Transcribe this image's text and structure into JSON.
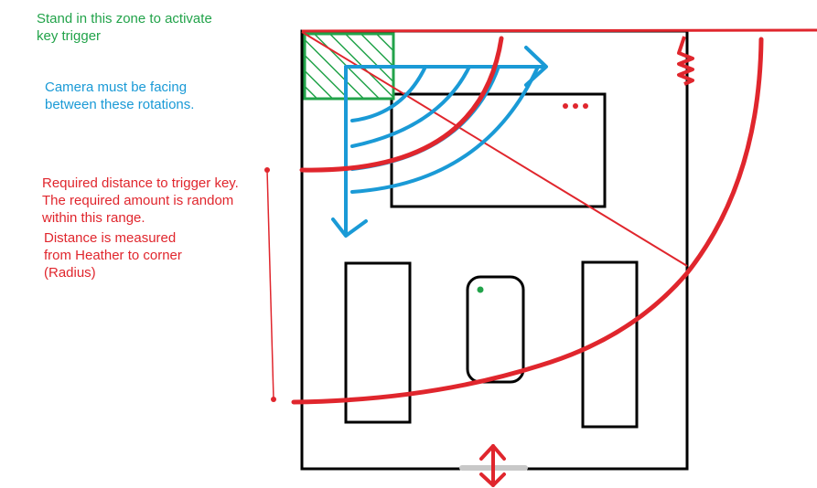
{
  "annotations": {
    "zone": "Stand in this zone to activate\nkey trigger",
    "camera": "Camera must be facing\nbetween these rotations.",
    "distance_required": "Required distance to trigger key.\nThe required amount is random\nwithin this range.",
    "distance_measured": "Distance is measured\nfrom Heather to corner\n(Radius)"
  },
  "colors": {
    "zone": "#22a34a",
    "camera": "#1a9ad6",
    "distance": "#e0262d",
    "walls": "#000000",
    "door": "#c8c8c8"
  }
}
